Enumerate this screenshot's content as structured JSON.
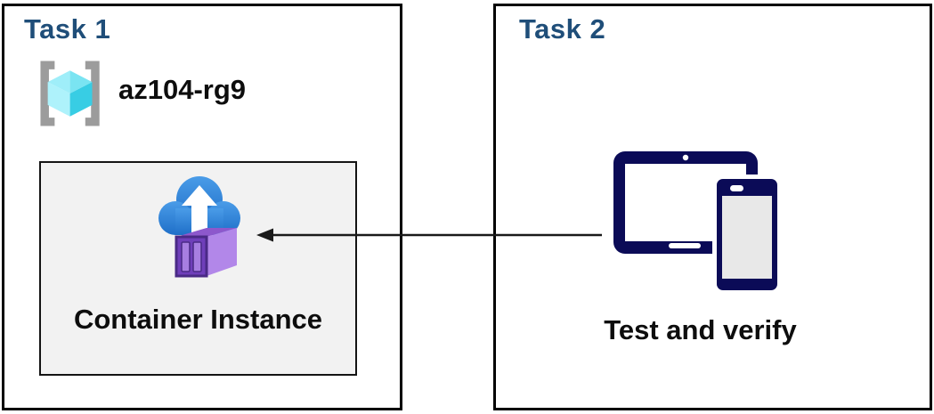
{
  "diagram": {
    "task1": {
      "title": "Task 1",
      "resource_group": {
        "name": "az104-rg9",
        "icon": "resource-group-icon"
      },
      "container_instance": {
        "label": "Container Instance",
        "icon": "container-instance-icon"
      }
    },
    "task2": {
      "title": "Task 2",
      "caption": "Test and verify",
      "icon": "devices-icon"
    },
    "arrow": {
      "from": "devices-icon",
      "to": "container-instance",
      "direction": "left"
    },
    "colors": {
      "task_title_blue": "#1f4e79",
      "outer_border": "#000000",
      "inner_box_fill": "#f2f2f2",
      "inner_box_border": "#141414",
      "device_navy": "#0b0b57",
      "cloud_blue_top": "#4a9ce8",
      "cloud_blue_bottom": "#1f6fc8",
      "container_purple_front": "#6f3fba",
      "container_purple_side": "#b287e9",
      "cube_cyan": "#7ae4f2",
      "bracket_gray": "#9c9c9c",
      "label_black": "#0d0d0d"
    }
  }
}
